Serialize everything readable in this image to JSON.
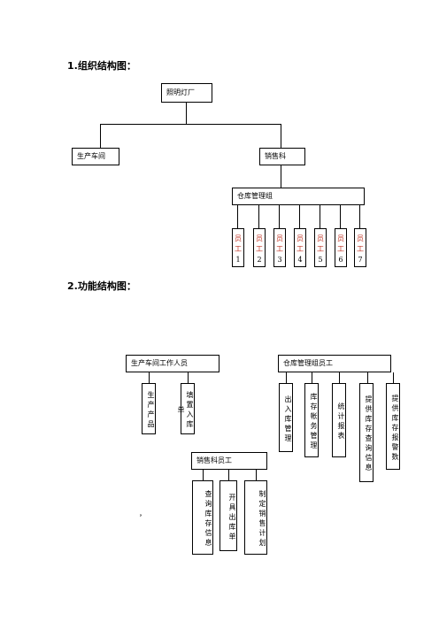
{
  "section1": {
    "title": "1.组织结构图：",
    "root": "照明灯厂",
    "left": "生产车间",
    "right": "销售科",
    "warehouse": "仓库管理组",
    "employees": [
      {
        "a": "员",
        "b": "工",
        "n": "1"
      },
      {
        "a": "员",
        "b": "工",
        "n": "2"
      },
      {
        "a": "员",
        "b": "工",
        "n": "3"
      },
      {
        "a": "员",
        "b": "工",
        "n": "4"
      },
      {
        "a": "员",
        "b": "工",
        "n": "5"
      },
      {
        "a": "员",
        "b": "工",
        "n": "6"
      },
      {
        "a": "员",
        "b": "工",
        "n": "7"
      }
    ]
  },
  "section2": {
    "title": "2.功能结构图：",
    "production_staff": "生产车间工作人员",
    "production_functions": [
      "生产产品",
      "填置入库单"
    ],
    "warehouse_staff": "仓库管理组员工",
    "warehouse_functions": [
      "出入库管理",
      "库存帐务管理",
      "统计报表",
      "提供库存查询信息",
      "提供库存报警数"
    ],
    "sales_staff": "销售科员工",
    "sales_functions": [
      "查询库存信息",
      "开具出库单",
      "制定销售计划"
    ],
    "stray_mark": "，"
  }
}
